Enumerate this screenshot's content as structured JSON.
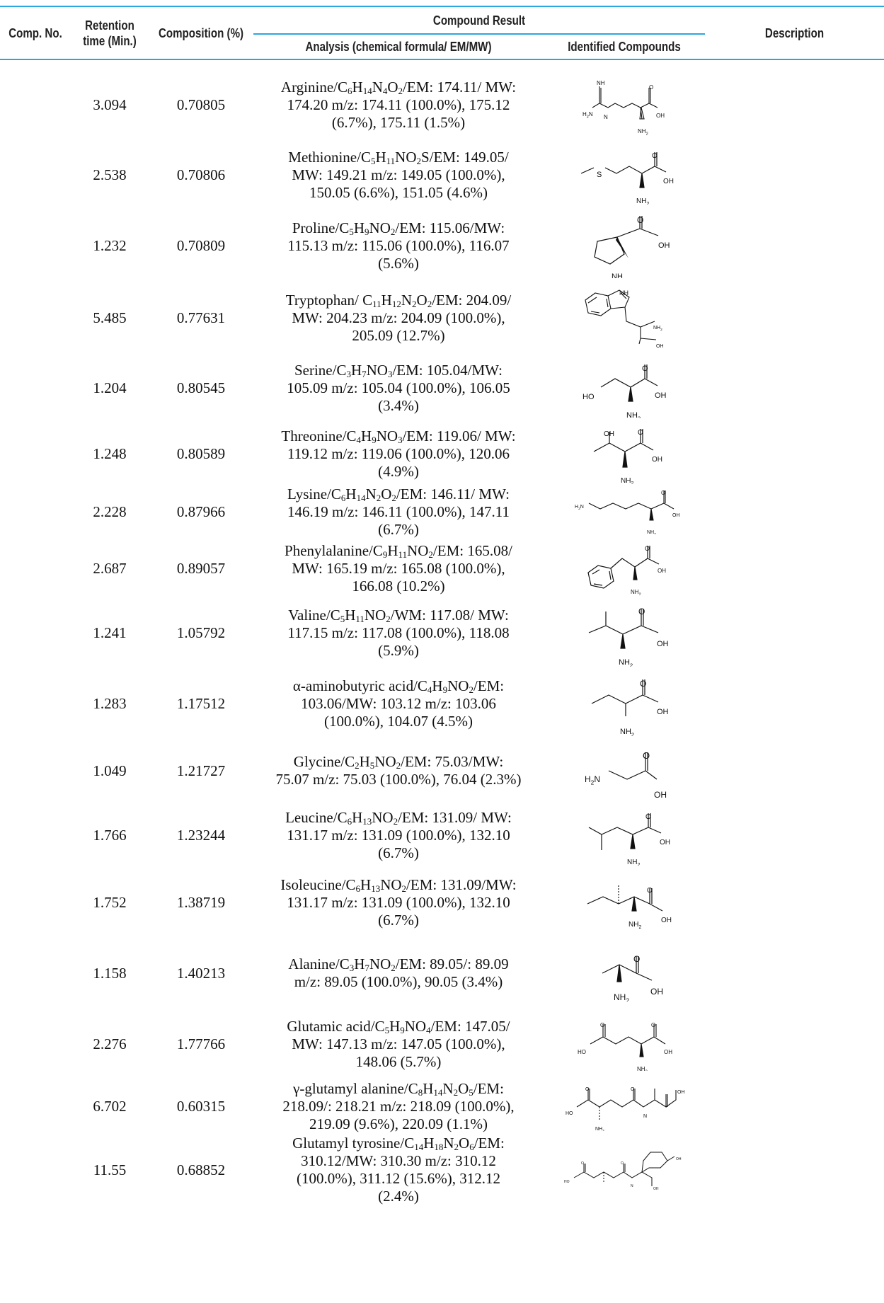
{
  "headers": {
    "comp_no": "Comp. No.",
    "retention": "Retention\ntime (Min.)",
    "composition": "Composition (%)",
    "compound_result": "Compound Result",
    "analysis": "Analysis (chemical formula/ EM/MW)",
    "identified": "Identified Compounds",
    "description": "Description"
  },
  "rows": [
    {
      "rt": "3.094",
      "comp": "0.70805",
      "name": "Arginine",
      "formula": "C6H14N4O2",
      "analysis_a": "/EM: 174.11/ MW:",
      "analysis_b": "174.20 m/z: 174.11 (100.0%), 175.12",
      "analysis_c": "(6.7%), 175.11 (1.5%)",
      "analysis_d": "",
      "icon": "arginine-structure"
    },
    {
      "rt": "2.538",
      "comp": "0.70806",
      "name": "Methionine",
      "formula": "C5H11NO2S",
      "analysis_a": "/EM: 149.05/",
      "analysis_b": "MW: 149.21 m/z: 149.05 (100.0%),",
      "analysis_c": "150.05 (6.6%), 151.05 (4.6%)",
      "analysis_d": "",
      "icon": "methionine-structure"
    },
    {
      "rt": "1.232",
      "comp": "0.70809",
      "name": "Proline",
      "formula": "C5H9NO2",
      "analysis_a": "/EM: 115.06/MW:",
      "analysis_b": "115.13 m/z: 115.06 (100.0%), 116.07",
      "analysis_c": "(5.6%)",
      "analysis_d": "",
      "icon": "proline-structure"
    },
    {
      "rt": "5.485",
      "comp": "0.77631",
      "name": "Tryptophan/ ",
      "formula": "C11H12N2O2",
      "analysis_a": "/EM: 204.09/",
      "analysis_b": "MW: 204.23 m/z: 204.09 (100.0%),",
      "analysis_c": "205.09 (12.7%)",
      "analysis_d": "",
      "icon": "tryptophan-structure"
    },
    {
      "rt": "1.204",
      "comp": "0.80545",
      "name": "Serine",
      "formula": "C3H7NO3",
      "analysis_a": "/EM: 105.04/MW:",
      "analysis_b": "105.09 m/z: 105.04 (100.0%), 106.05",
      "analysis_c": "(3.4%)",
      "analysis_d": "",
      "icon": "serine-structure"
    },
    {
      "rt": "1.248",
      "comp": "0.80589",
      "name": "Threonine",
      "formula": "C4H9NO3",
      "analysis_a": "/EM: 119.06/ MW:",
      "analysis_b": "119.12 m/z: 119.06 (100.0%), 120.06",
      "analysis_c": "(4.9%)",
      "analysis_d": "",
      "icon": "threonine-structure"
    },
    {
      "rt": "2.228",
      "comp": "0.87966",
      "name": "Lysine",
      "formula": "C6H14N2O2",
      "analysis_a": "/EM: 146.11/ MW:",
      "analysis_b": "146.19 m/z: 146.11 (100.0%), 147.11",
      "analysis_c": "(6.7%)",
      "analysis_d": "",
      "icon": "lysine-structure"
    },
    {
      "rt": "2.687",
      "comp": "0.89057",
      "name": "Phenylalanine",
      "formula": "C9H11NO2",
      "analysis_a": "/EM: 165.08/",
      "analysis_b": "MW: 165.19 m/z: 165.08 (100.0%),",
      "analysis_c": "166.08 (10.2%)",
      "analysis_d": "",
      "icon": "phenylalanine-structure"
    },
    {
      "rt": "1.241",
      "comp": "1.05792",
      "name": "Valine",
      "formula": "C5H11NO2",
      "analysis_a": "/WM: 117.08/ MW:",
      "analysis_b": "117.15 m/z: 117.08 (100.0%), 118.08",
      "analysis_c": "(5.9%)",
      "analysis_d": "",
      "icon": "valine-structure"
    },
    {
      "rt": "1.283",
      "comp": "1.17512",
      "name": "α-aminobutyric acid",
      "formula": "C4H9NO2",
      "analysis_a": "/EM:",
      "analysis_b": "103.06/MW: 103.12 m/z: 103.06",
      "analysis_c": "(100.0%), 104.07 (4.5%)",
      "analysis_d": "",
      "icon": "aminobutyric-acid-structure"
    },
    {
      "rt": "1.049",
      "comp": "1.21727",
      "name": "Glycine",
      "formula": "C2H5NO2",
      "analysis_a": "/EM: 75.03/MW:",
      "analysis_b": "75.07 m/z: 75.03 (100.0%), 76.04 (2.3%)",
      "analysis_c": "",
      "analysis_d": "",
      "icon": "glycine-structure"
    },
    {
      "rt": "1.766",
      "comp": "1.23244",
      "name": "Leucine",
      "formula": "C6H13NO2",
      "analysis_a": "/EM: 131.09/ MW:",
      "analysis_b": "131.17 m/z: 131.09 (100.0%), 132.10",
      "analysis_c": "(6.7%)",
      "analysis_d": "",
      "icon": "leucine-structure"
    },
    {
      "rt": "1.752",
      "comp": "1.38719",
      "name": "Isoleucine",
      "formula": "C6H13NO2",
      "analysis_a": "/EM: 131.09/MW:",
      "analysis_b": "131.17 m/z: 131.09 (100.0%), 132.10",
      "analysis_c": "(6.7%)",
      "analysis_d": "",
      "icon": "isoleucine-structure"
    },
    {
      "rt": "1.158",
      "comp": "1.40213",
      "name": "Alanine",
      "formula": "C3H7NO2",
      "analysis_a": "/EM: 89.05/: 89.09",
      "analysis_b": "m/z: 89.05 (100.0%), 90.05 (3.4%)",
      "analysis_c": "",
      "analysis_d": "",
      "icon": "alanine-structure"
    },
    {
      "rt": "2.276",
      "comp": "1.77766",
      "name": "Glutamic acid",
      "formula": "C5H9NO4",
      "analysis_a": "/EM: 147.05/",
      "analysis_b": "MW: 147.13 m/z: 147.05 (100.0%),",
      "analysis_c": "148.06 (5.7%)",
      "analysis_d": "",
      "icon": "glutamic-acid-structure"
    },
    {
      "rt": "6.702",
      "comp": "0.60315",
      "name": "γ-glutamyl alanine",
      "formula": "C8H14N2O5",
      "analysis_a": "/EM:",
      "analysis_b": "218.09/: 218.21 m/z: 218.09 (100.0%),",
      "analysis_c": "219.09 (9.6%), 220.09 (1.1%)",
      "analysis_d": "",
      "icon": "glutamyl-alanine-structure"
    },
    {
      "rt": "11.55",
      "comp": "0.68852",
      "name": "Glutamyl tyrosine",
      "formula": "C14H18N2O6",
      "analysis_a": "/EM:",
      "analysis_b": "310.12/MW: 310.30 m/z: 310.12",
      "analysis_c": "(100.0%), 311.12 (15.6%), 312.12",
      "analysis_d": "(2.4%)",
      "icon": "glutamyl-tyrosine-structure"
    }
  ],
  "structure_labels": {
    "O": "O",
    "OH": "OH",
    "HO": "HO",
    "NH": "NH",
    "NH2": "NH",
    "H2N": "H",
    "N": "N",
    "H": "H",
    "S": "S",
    "two": "2"
  }
}
